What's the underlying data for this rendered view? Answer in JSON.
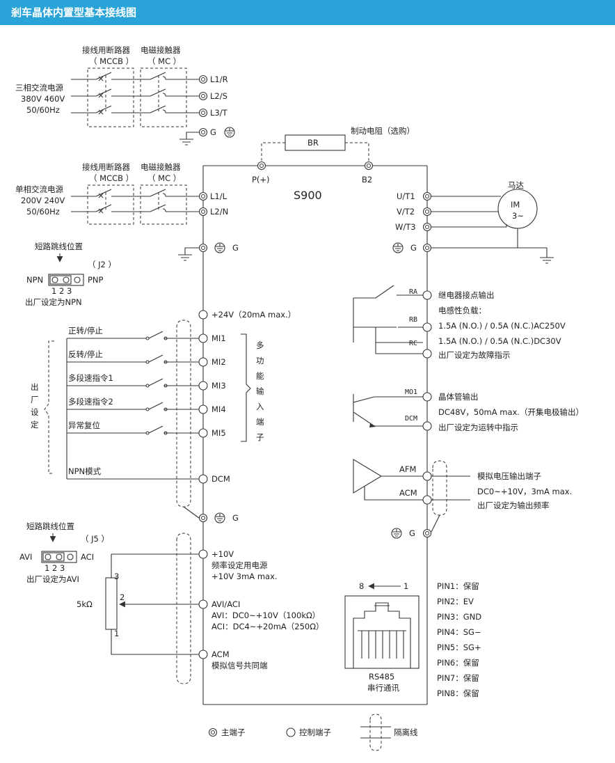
{
  "header": {
    "title": "剎车晶体内置型基本接线图"
  },
  "colors": {
    "header_bg": "#2aa4d8",
    "line": "#333333"
  },
  "breaker_label": "接线用断路器",
  "contactor_label": "电磁接触器",
  "mccb": "（ MCCB ）",
  "mc": "（ MC ）",
  "three_phase": {
    "line1": "三相交流电源",
    "line2": "380V  460V",
    "line3": "50/60Hz"
  },
  "single_phase": {
    "line1": "单相交流电源",
    "line2": "200V  240V",
    "line3": "50/60Hz"
  },
  "terminals_3ph": [
    "L1/R",
    "L2/S",
    "L3/T",
    "G"
  ],
  "terminals_1ph": [
    "L1/L",
    "L2/N"
  ],
  "brake": {
    "resistor": "BR",
    "label": "制动电阻（选购）",
    "p": "P(+)",
    "b2": "B2"
  },
  "model": "S900",
  "motor": {
    "label": "马达",
    "im": "IM",
    "phase": "3~",
    "terminals": [
      "U/T1",
      "V/T2",
      "W/T3",
      "G"
    ]
  },
  "ground_g": "G",
  "j2": {
    "title": "短路跳线位置",
    "name": "（ J2 ）",
    "left": "NPN",
    "right": "PNP",
    "pins": "1  2  3",
    "default": "出厂设定为NPN"
  },
  "plus24": "+24V（20mA max.）",
  "inputs": [
    {
      "label": "正转/停止",
      "term": "MI1"
    },
    {
      "label": "反转/停止",
      "term": "MI2"
    },
    {
      "label": "多段速指令1",
      "term": "MI3"
    },
    {
      "label": "多段速指令2",
      "term": "MI4"
    },
    {
      "label": "异常复位",
      "term": "MI5"
    }
  ],
  "factory_chars": [
    "出",
    "厂",
    "设",
    "定"
  ],
  "multi_chars": [
    "多",
    "功",
    "能",
    "输",
    "入",
    "端",
    "子"
  ],
  "npn_mode": "NPN模式",
  "dcm": "DCM",
  "relay": {
    "ra": "RA",
    "rb": "RB",
    "rc": "RC",
    "lines": [
      "继电器接点输出",
      "电感性负载：",
      "1.5A (N.O.) / 0.5A (N.C.)AC250V",
      "1.5A (N.O.) / 0.5A (N.C.)DC30V",
      "出厂设定为故障指示"
    ]
  },
  "transistor": {
    "mo1": "MO1",
    "dcm": "DCM",
    "lines": [
      "晶体管输出",
      "DC48V，50mA max.（开集电极输出）",
      "出厂设定为运转中指示"
    ]
  },
  "analog_out": {
    "afm": "AFM",
    "acm": "ACM",
    "lines": [
      "模拟电压输出端子",
      "DC0~+10V，3mA max.",
      "出厂设定为输出频率"
    ]
  },
  "j5": {
    "title": "短路跳线位置",
    "name": "（ J5 ）",
    "left": "AVI",
    "right": "ACI",
    "pins": "1  2  3",
    "default": "出厂设定为AVI"
  },
  "plus10": {
    "term": "+10V",
    "line1": "频率设定用电源",
    "line2": "+10V 3mA max."
  },
  "avi": {
    "term": "AVI/ACI",
    "line1": "AVI：DC0~+10V（100kΩ）",
    "line2": "ACI：DC4~+20mA（250Ω）"
  },
  "acm": {
    "term": "ACM",
    "line1": "模拟信号共同端"
  },
  "pot": {
    "label": "5kΩ",
    "p3": "3",
    "p2": "2",
    "p1": "1"
  },
  "rs485": {
    "pin8": "8",
    "pin1": "1",
    "name": "RS485",
    "sub": "串行通讯"
  },
  "pins": [
    "PIN1：保留",
    "PIN2：EV",
    "PIN3：GND",
    "PIN4：SG−",
    "PIN5：SG+",
    "PIN6：保留",
    "PIN7：保留",
    "PIN8：保留"
  ],
  "legend": {
    "main": "主端子",
    "control": "控制端子",
    "shield": "隔离线"
  }
}
